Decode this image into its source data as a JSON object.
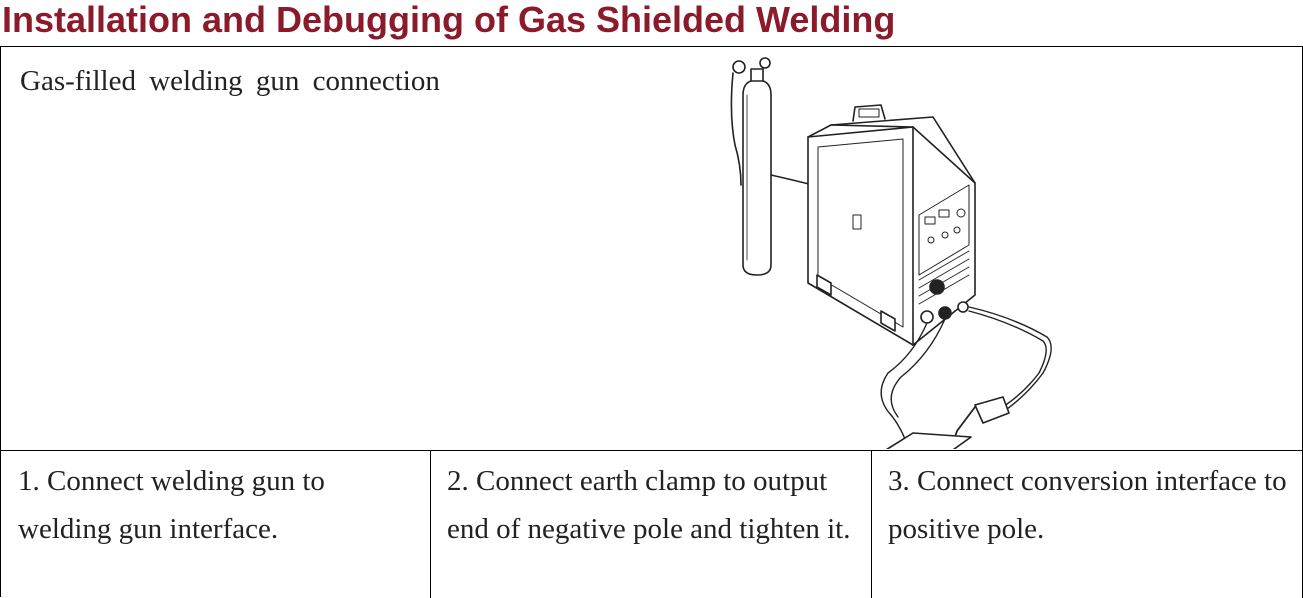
{
  "header": {
    "title": "Installation and Debugging of Gas Shielded Welding"
  },
  "figure_cell": {
    "caption": "Gas-filled  welding  gun  connection",
    "illustration": "welding-machine-illustration"
  },
  "steps": [
    {
      "text": "1.  Connect welding gun to welding gun interface."
    },
    {
      "text": "2.   Connect earth clamp to output end of negative pole and tighten it."
    },
    {
      "text": "3. Connect conversion interface to positive pole."
    }
  ],
  "colors": {
    "title": "#8b1a2b",
    "text": "#222222",
    "border": "#000000"
  }
}
